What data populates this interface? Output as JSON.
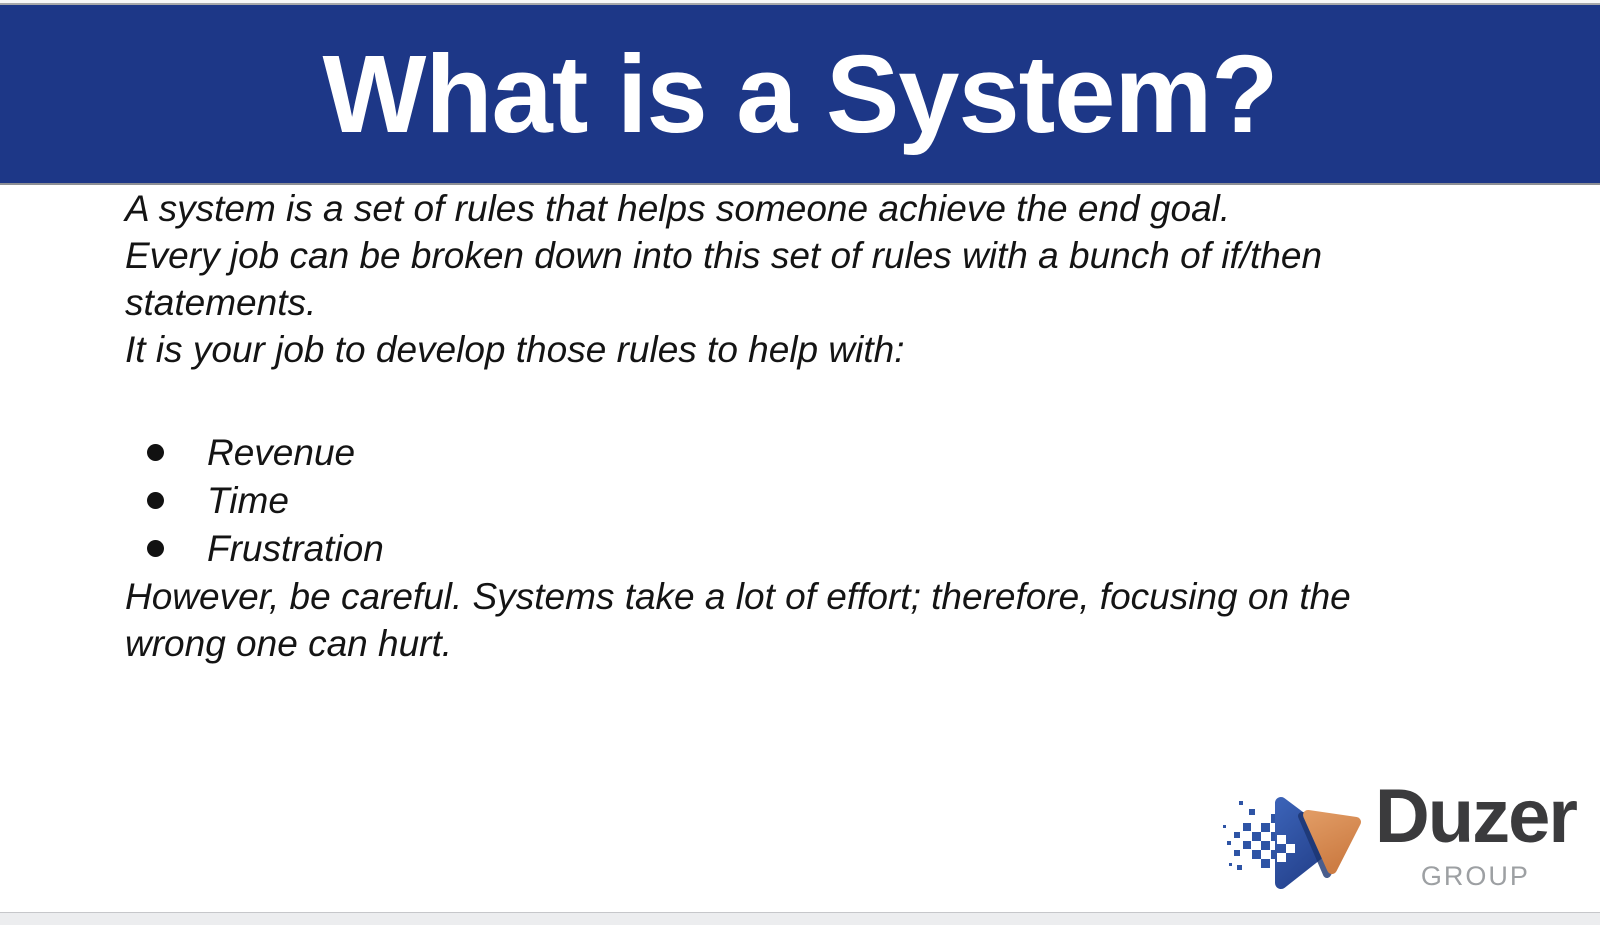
{
  "banner": {
    "title": "What is a System?",
    "bg_color": "#1d3787",
    "text_color": "#ffffff"
  },
  "body": {
    "paragraphs": {
      "p1": {
        "lines": [
          "A system is a set of rules that helps someone achieve the end goal."
        ]
      },
      "p2": {
        "lines": [
          "Every job can be broken down into this set of rules with a bunch of if/then",
          "statements."
        ]
      },
      "p3": {
        "lines": [
          "It is your job to develop those rules to help with:"
        ]
      },
      "p4": {
        "lines": [
          "However, be careful. Systems take a lot of effort; therefore, focusing on the",
          "wrong one can hurt."
        ]
      }
    },
    "bullets": [
      "Revenue",
      "Time",
      "Frustration"
    ]
  },
  "logo": {
    "word": "Duzer",
    "subtext": "GROUP",
    "word_color": "#3b3b3d",
    "subtext_color": "#9da0a3",
    "blue": "#2e50a0",
    "orange": "#d78a51"
  }
}
